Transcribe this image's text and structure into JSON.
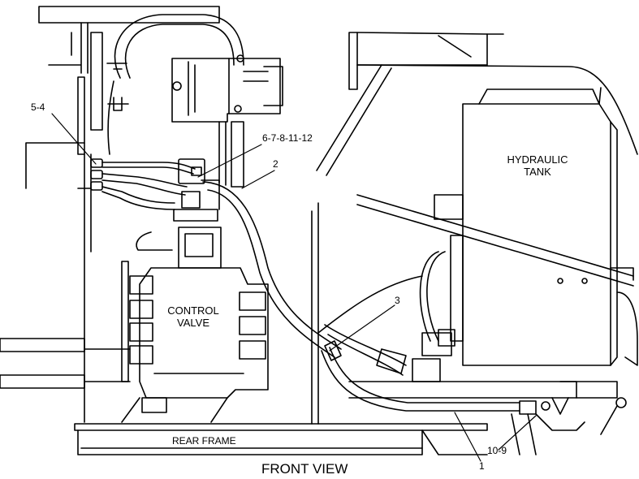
{
  "callouts": {
    "c_5_4": "5-4",
    "c_6_12": "6-7-8-11-12",
    "c_2": "2",
    "c_3": "3",
    "c_10_9": "10-9",
    "c_1": "1"
  },
  "components": {
    "hydraulic_tank_line1": "HYDRAULIC",
    "hydraulic_tank_line2": "TANK",
    "control_valve_line1": "CONTROL",
    "control_valve_line2": "VALVE",
    "rear_frame": "REAR FRAME"
  },
  "view_title": "FRONT VIEW"
}
